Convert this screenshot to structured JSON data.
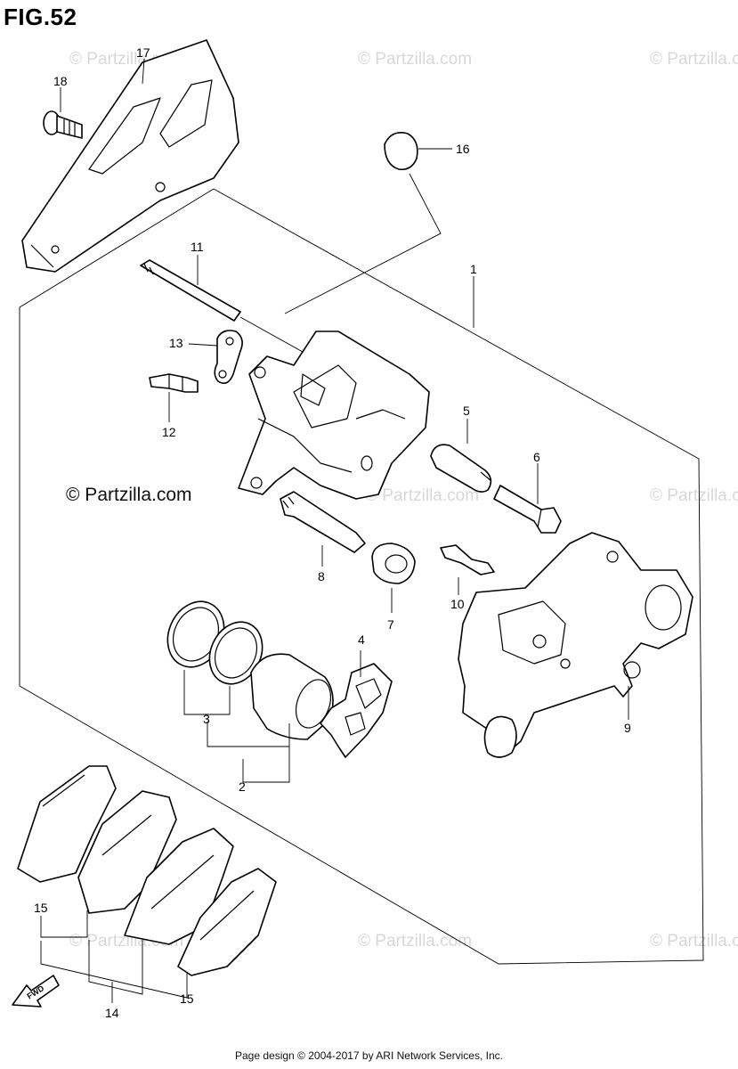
{
  "figure": {
    "title": "FIG.52",
    "brand": "© Partzilla.com",
    "footer": "Page design © 2004-2017 by ARI Network Services, Inc.",
    "fwd_label": "FWD"
  },
  "watermark": "© Partzilla.com",
  "callouts": [
    "1",
    "2",
    "3",
    "4",
    "5",
    "6",
    "7",
    "8",
    "9",
    "10",
    "11",
    "12",
    "13",
    "14",
    "15",
    "15",
    "16",
    "17",
    "18"
  ]
}
